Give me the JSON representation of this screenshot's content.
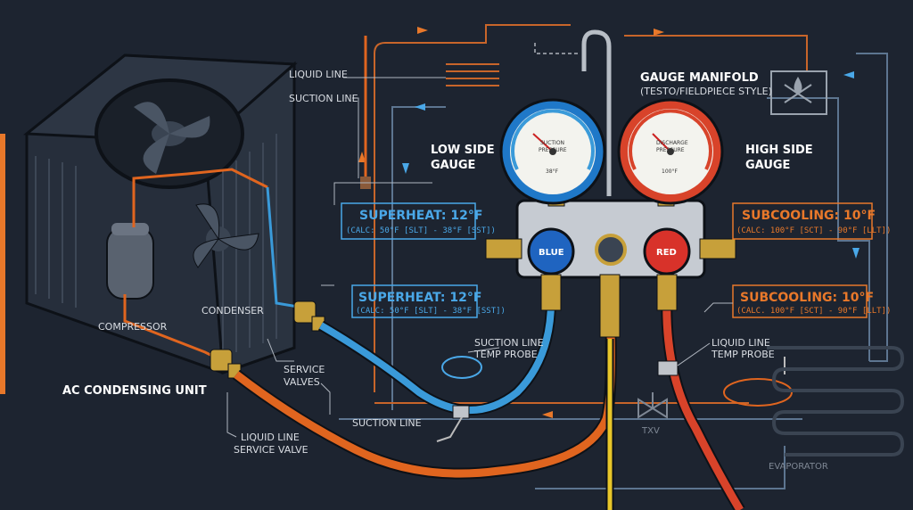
{
  "labels": {
    "liquid_line_top": "LIQUID LINE",
    "suction_line_top": "SUCTION LINE",
    "gauge_manifold_title": "GAUGE MANIFOLD",
    "gauge_manifold_sub": "(TESTO/FIELDPIECE STYLE)",
    "low_side_1": "LOW SIDE",
    "low_side_2": "GAUGE",
    "high_side_1": "HIGH SIDE",
    "high_side_2": "GAUGE",
    "compressor": "COMPRESSOR",
    "condenser": "CONDENSER",
    "unit_title": "AC CONDENSING UNIT",
    "service_valves_1": "SERVICE",
    "service_valves_2": "VALVES",
    "suction_line_bottom": "SUCTION LINE",
    "liquid_valve_1": "LIQUID LINE",
    "liquid_valve_2": "SERVICE VALVE",
    "suction_probe_1": "SUCTION LINE",
    "suction_probe_2": "TEMP PROBE",
    "liquid_probe_1": "LIQUID LINE",
    "liquid_probe_2": "TEMP PROBE",
    "txv": "TXV",
    "evaporator": "EVAPORATOR"
  },
  "annotations": {
    "superheat_1": {
      "title": "SUPERHEAT: 12°F",
      "calc": "(CALC: 50°F [SLT] - 38°F [SST])"
    },
    "superheat_2": {
      "title": "SUPERHEAT: 12°F",
      "calc": "(CALC: 50°F [SLT] - 38°F [SST])"
    },
    "subcooling_1": {
      "title": "SUBCOOLING: 10°F",
      "calc": "(CALC: 100°F [SCT] - 90°F [LLT])"
    },
    "subcooling_2": {
      "title": "SUBCOOLING: 10°F",
      "calc": "(CALC. 100°F [SCT] - 90°F [LLT])"
    }
  },
  "gauges": {
    "low": {
      "label_1": "SUCTION",
      "label_2": "PRESSURE",
      "reading": "38°F",
      "knob": "BLUE"
    },
    "high": {
      "label_1": "DISCHARGE",
      "label_2": "PRESSURE",
      "reading": "100°F",
      "knob": "RED"
    }
  },
  "colors": {
    "background": "#1d2430",
    "blue_hose": "#3a9ad9",
    "orange_hose": "#e0651f",
    "red_hose": "#d8432a",
    "yellow_hose": "#e8c62a",
    "accent_bar": "#e8782a"
  }
}
